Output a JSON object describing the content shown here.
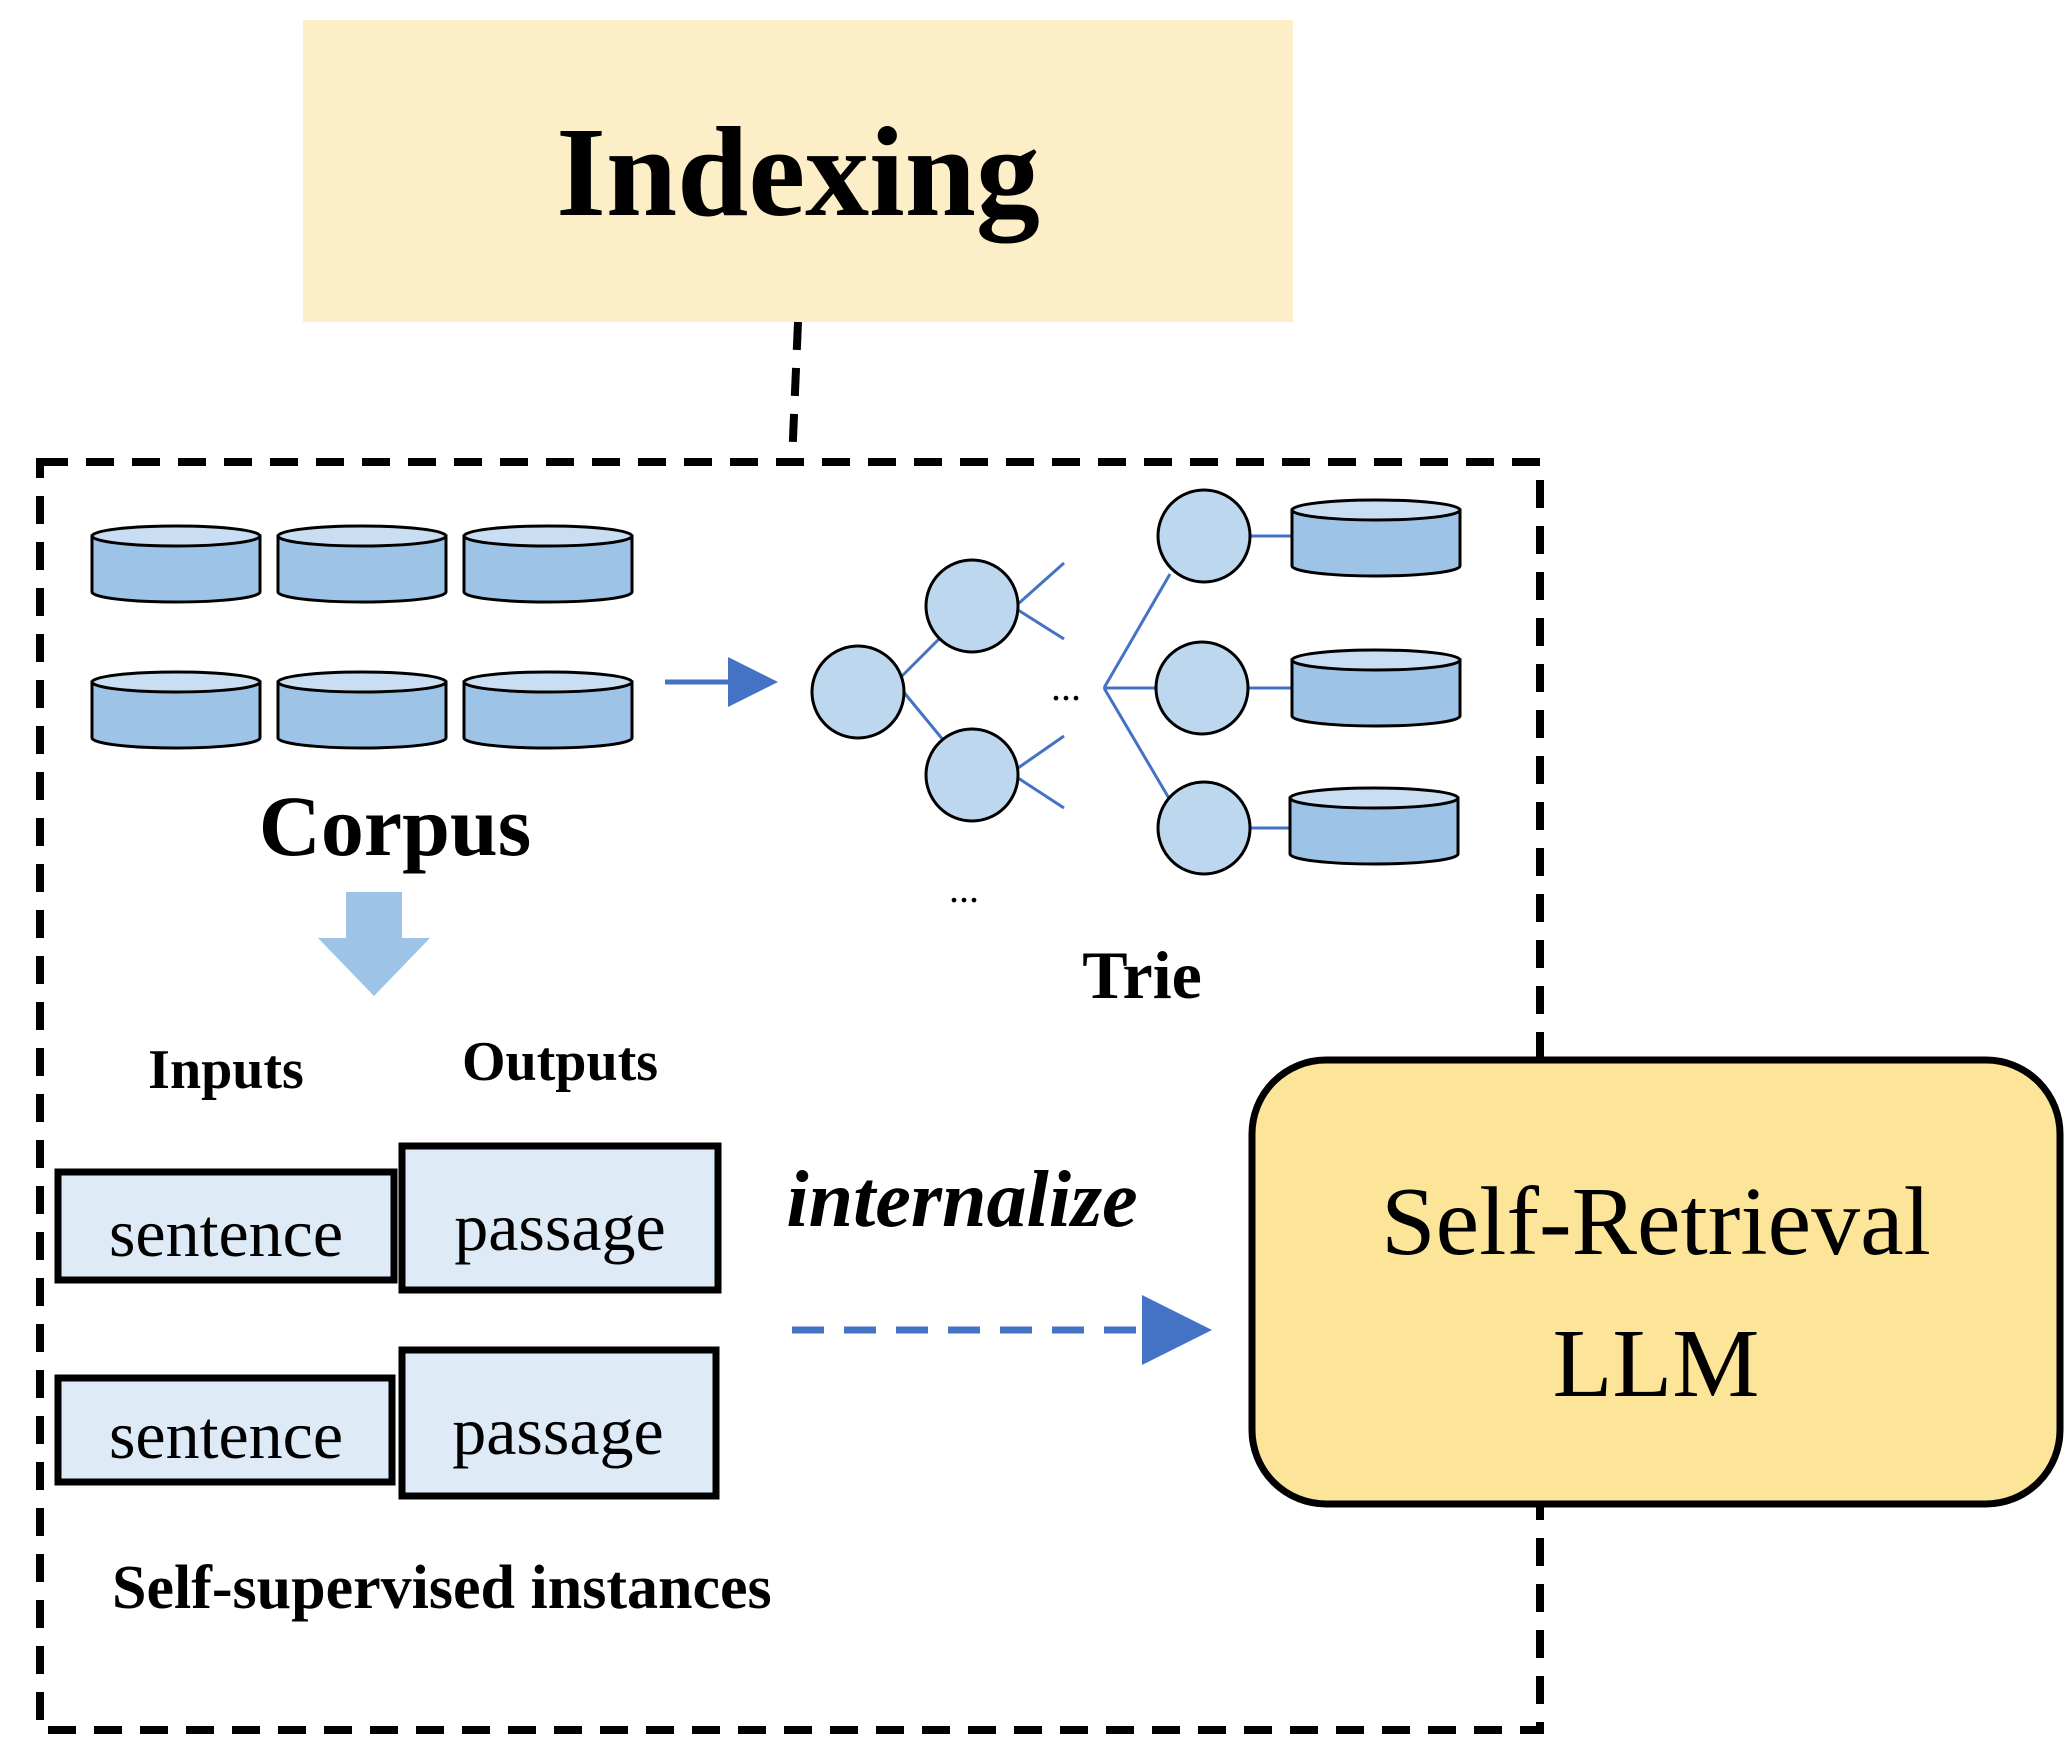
{
  "title": "Indexing",
  "corpus_label": "Corpus",
  "trie_label": "Trie",
  "ellipsis": "...",
  "inputs_label": "Inputs",
  "outputs_label": "Outputs",
  "instances": [
    {
      "input": "sentence",
      "output": "passage"
    },
    {
      "input": "sentence",
      "output": "passage"
    }
  ],
  "instances_caption": "Self-supervised instances",
  "internalize_label": "internalize",
  "llm_label_line1": "Self-Retrieval",
  "llm_label_line2": "LLM",
  "colors": {
    "title_box": "#fcefc7",
    "llm_box": "#fce598",
    "disk": "#9dc3e6",
    "disk_top": "#c9def2",
    "node": "#bdd7ee",
    "pair_box": "#deebf7",
    "arrow_blue": "#4472c4",
    "big_arrow": "#9dc3e6"
  },
  "icons": [
    "database-disk-icon",
    "tree-node-icon",
    "down-arrow-icon",
    "right-arrow-icon"
  ]
}
